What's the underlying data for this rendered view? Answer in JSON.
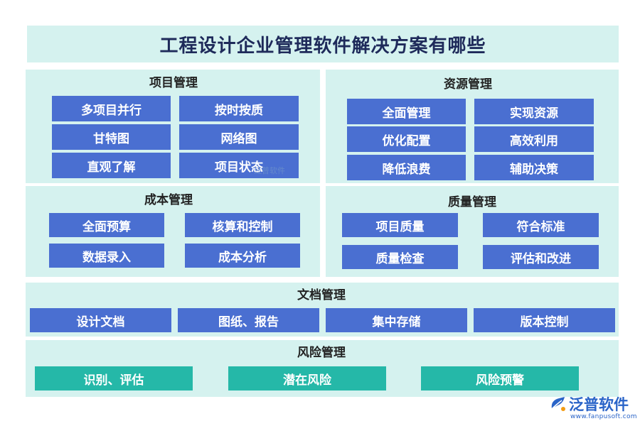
{
  "title": "工程设计企业管理软件解决方案有哪些",
  "sections": {
    "project": {
      "label": "项目管理",
      "items": [
        "多项目并行",
        "按时按质",
        "甘特图",
        "网络图",
        "直观了解",
        "项目状态"
      ]
    },
    "resource": {
      "label": "资源管理",
      "items": [
        "全面管理",
        "实现资源",
        "优化配置",
        "高效利用",
        "降低浪费",
        "辅助决策"
      ]
    },
    "cost": {
      "label": "成本管理",
      "items": [
        "全面预算",
        "核算和控制",
        "数据录入",
        "成本分析"
      ]
    },
    "quality": {
      "label": "质量管理",
      "items": [
        "项目质量",
        "符合标准",
        "质量检查",
        "评估和改进"
      ]
    },
    "document": {
      "label": "文档管理",
      "items": [
        "设计文档",
        "图纸、报告",
        "集中存储",
        "版本控制"
      ]
    },
    "risk": {
      "label": "风险管理",
      "items": [
        "识别、评估",
        "潜在风险",
        "风险预警"
      ]
    }
  },
  "logo": {
    "name": "泛普软件",
    "url": "www.fanpusoft.com"
  },
  "watermark": "泛普软件",
  "colors": {
    "panel_bg": "#d5f2ef",
    "box_blue": "#4a6fd1",
    "box_teal": "#25b8a8",
    "title_text": "#1e2a5a",
    "logo": "#2a64c8"
  }
}
